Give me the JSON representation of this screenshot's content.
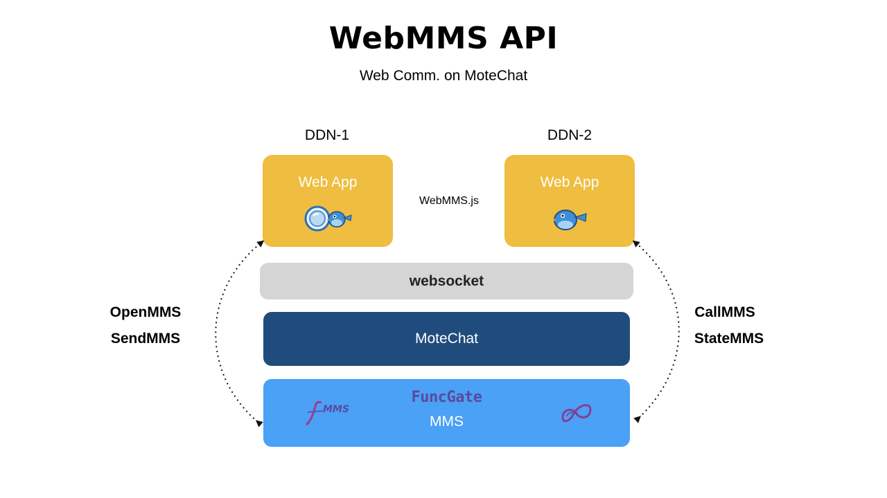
{
  "header": {
    "title": "WebMMS API",
    "subtitle": "Web Comm. on MoteChat"
  },
  "nodes": {
    "ddn1": {
      "label": "DDN-1",
      "app": "Web App"
    },
    "ddn2": {
      "label": "DDN-2",
      "app": "Web App"
    },
    "library": "WebMMS.js"
  },
  "stack": {
    "websocket": "websocket",
    "motechat": "MoteChat",
    "mms": {
      "logo_text": "FuncGate",
      "fmms_logo_text": "MMS",
      "label": "MMS"
    }
  },
  "left_calls": [
    "OpenMMS",
    "SendMMS"
  ],
  "right_calls": [
    "CallMMS",
    "StateMMS"
  ],
  "icons": {
    "ddn1": [
      "magnifier-icon",
      "bird-icon"
    ],
    "ddn2": [
      "bird-icon"
    ],
    "mms": [
      "fmms-logo-icon",
      "infinity-logo-icon"
    ]
  },
  "colors": {
    "web_app": "#efbd3f",
    "websocket": "#d5d5d5",
    "motechat": "#1f4c7d",
    "mms": "#4aa1f6",
    "funcgate_logo": "#5b4a9e"
  }
}
